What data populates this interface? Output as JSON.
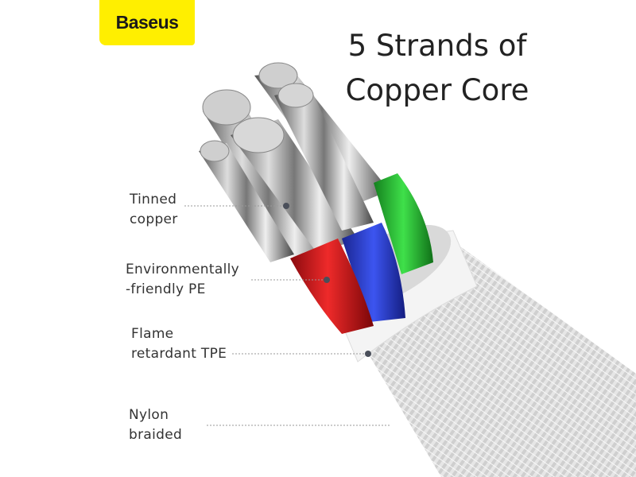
{
  "brand": {
    "logo_text": "Baseus",
    "color": "#ffef00"
  },
  "title": {
    "line1": "5 Strands of",
    "line2": "Copper Core"
  },
  "labels": [
    {
      "line1": "Tinned",
      "line2": "copper"
    },
    {
      "line1": "Environmentally",
      "line2": "-friendly PE"
    },
    {
      "line1": "Flame",
      "line2": "retardant TPE"
    },
    {
      "line1": "Nylon",
      "line2": "braided"
    }
  ],
  "colors": {
    "red_wire": "#d8141c",
    "blue_wire": "#2a3fd6",
    "green_wire": "#2ec43a",
    "jacket": "#f2f2f2"
  }
}
